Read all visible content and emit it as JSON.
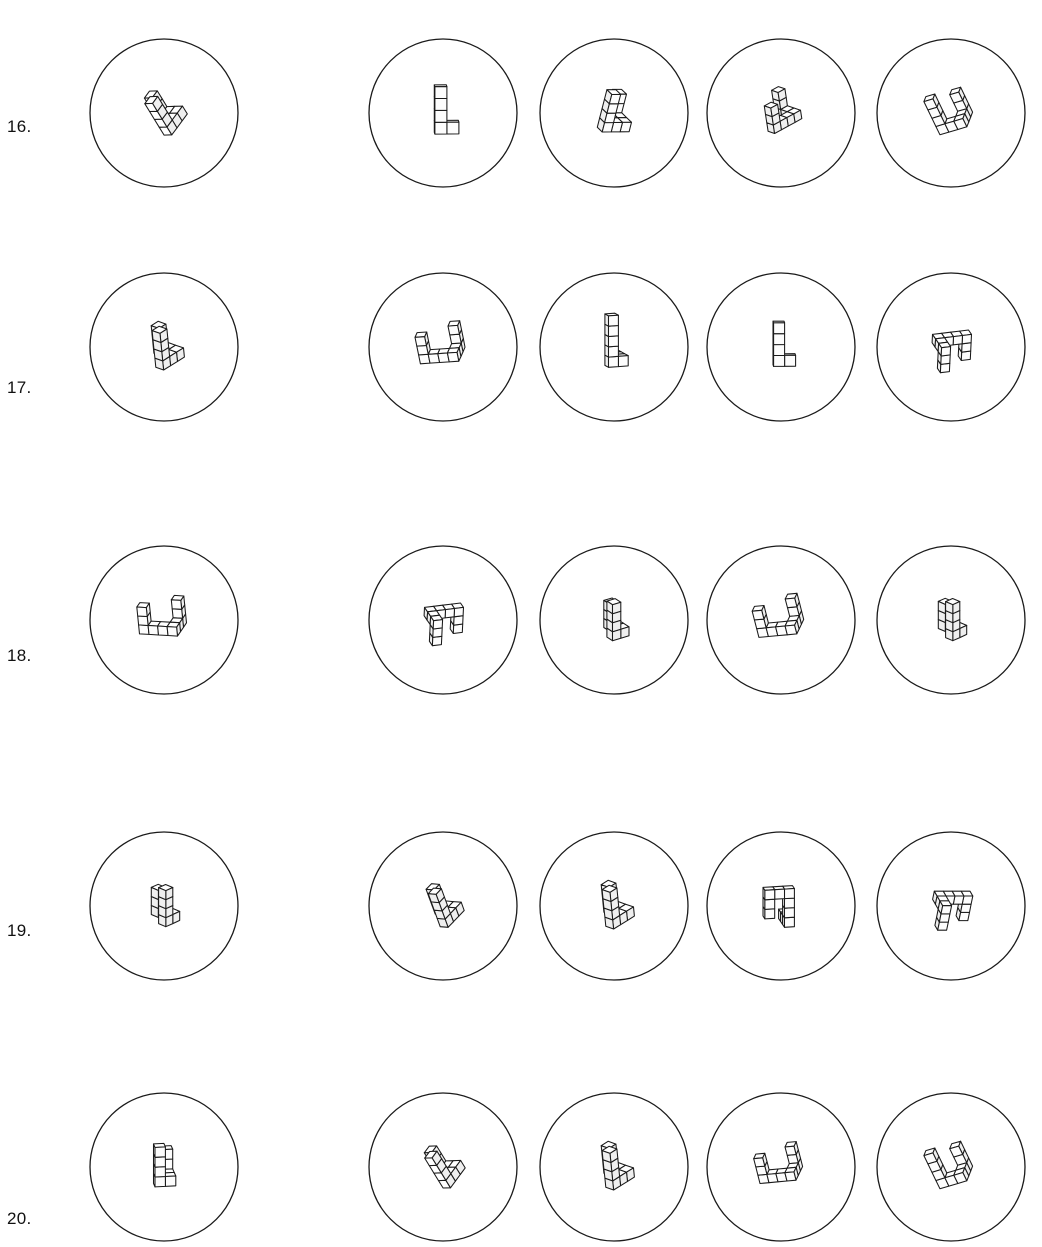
{
  "problems": [
    {
      "number": "16.",
      "standard": {
        "figure": "standard-16"
      },
      "options": [
        {
          "figure": "option-16-1"
        },
        {
          "figure": "option-16-2"
        },
        {
          "figure": "option-16-3"
        },
        {
          "figure": "option-16-4"
        }
      ]
    },
    {
      "number": "17.",
      "standard": {
        "figure": "standard-17"
      },
      "options": [
        {
          "figure": "option-17-1"
        },
        {
          "figure": "option-17-2"
        },
        {
          "figure": "option-17-3"
        },
        {
          "figure": "option-17-4"
        }
      ]
    },
    {
      "number": "18.",
      "standard": {
        "figure": "standard-18"
      },
      "options": [
        {
          "figure": "option-18-1"
        },
        {
          "figure": "option-18-2"
        },
        {
          "figure": "option-18-3"
        },
        {
          "figure": "option-18-4"
        }
      ]
    },
    {
      "number": "19.",
      "standard": {
        "figure": "standard-19"
      },
      "options": [
        {
          "figure": "option-19-1"
        },
        {
          "figure": "option-19-2"
        },
        {
          "figure": "option-19-3"
        },
        {
          "figure": "option-19-4"
        }
      ]
    },
    {
      "number": "20.",
      "standard": {
        "figure": "standard-20"
      },
      "options": [
        {
          "figure": "option-20-1"
        },
        {
          "figure": "option-20-2"
        },
        {
          "figure": "option-20-3"
        },
        {
          "figure": "option-20-4"
        }
      ]
    }
  ]
}
